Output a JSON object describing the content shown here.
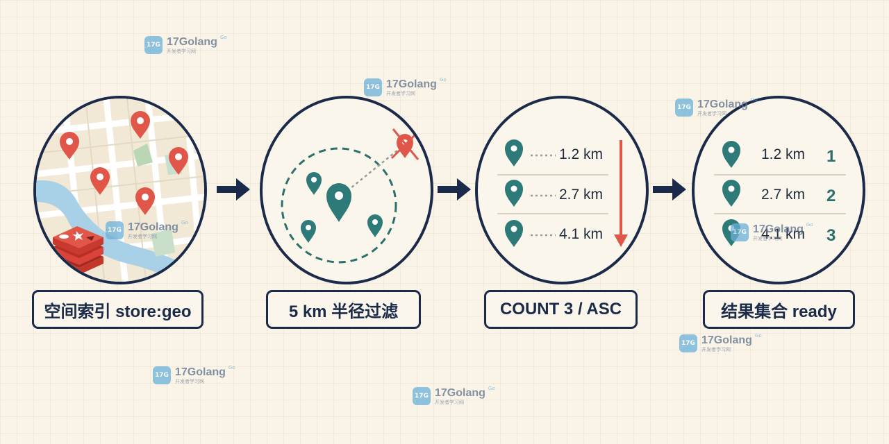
{
  "steps": [
    {
      "label": "空间索引 store:geo"
    },
    {
      "label": "5 km 半径过滤"
    },
    {
      "label": "COUNT 3 / ASC"
    },
    {
      "label": "结果集合 ready"
    }
  ],
  "count_panel": {
    "rows": [
      {
        "distance": "1.2 km"
      },
      {
        "distance": "2.7 km"
      },
      {
        "distance": "4.1 km"
      }
    ]
  },
  "result_panel": {
    "rows": [
      {
        "distance": "1.2 km",
        "rank": "1"
      },
      {
        "distance": "2.7 km",
        "rank": "2"
      },
      {
        "distance": "4.1 km",
        "rank": "3"
      }
    ]
  },
  "watermark": {
    "name": "17Golang",
    "sub": "开发者学习网",
    "tag": "Go",
    "logo": "17G"
  },
  "colors": {
    "navy": "#1a2a48",
    "teal": "#2d7a78",
    "red": "#e0574a",
    "map_water": "#a8d0e6"
  }
}
